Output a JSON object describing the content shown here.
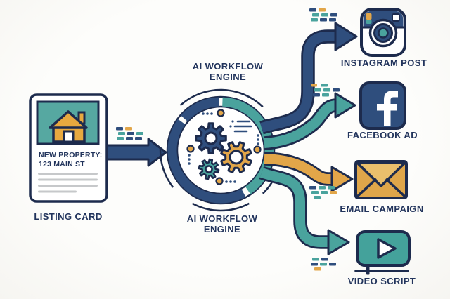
{
  "palette": {
    "navy": "#2f4e7d",
    "outline": "#1d2b4d",
    "teal": "#4aa39d",
    "gold": "#e2a649",
    "gold_light": "#eabf6c",
    "text": "#22345c",
    "line_gray": "#c6c8ca",
    "background": "#fdfdfb"
  },
  "listing_card": {
    "heading_line1": "NEW PROPERTY:",
    "heading_line2": "123 MAIN ST",
    "label": "LISTING CARD",
    "image_icon": "house-icon"
  },
  "engine": {
    "top_line1": "AI WORKFLOW",
    "top_line2": "ENGINE",
    "bottom_line1": "AI WORKFLOW",
    "bottom_line2": "ENGINE",
    "gears": [
      "navy-gear",
      "gold-gear",
      "teal-gear"
    ]
  },
  "outputs": [
    {
      "label": "INSTAGRAM POST",
      "icon": "instagram-icon",
      "arrow_color": "#2f4e7d"
    },
    {
      "label": "FACEBOOK AD",
      "icon": "facebook-icon",
      "arrow_color": "#4aa39d"
    },
    {
      "label": "EMAIL CAMPAIGN",
      "icon": "email-icon",
      "arrow_color": "#e2a649"
    },
    {
      "label": "VIDEO SCRIPT",
      "icon": "video-icon",
      "arrow_color": "#4aa39d"
    }
  ]
}
